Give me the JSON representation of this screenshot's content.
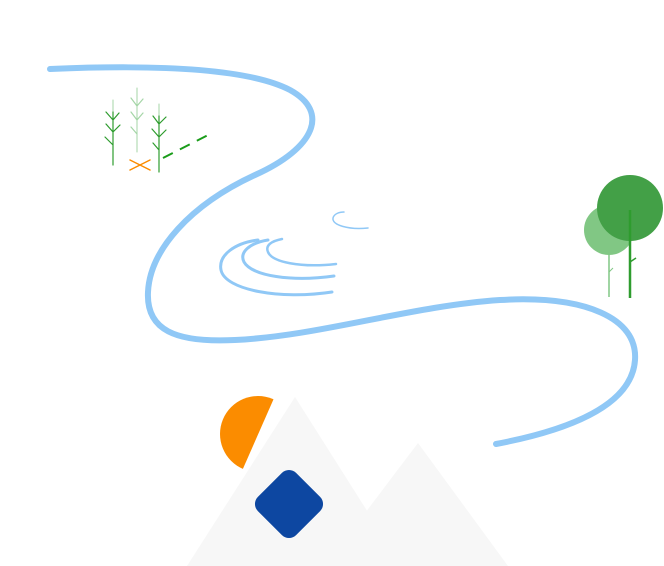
{
  "illustration": {
    "colors": {
      "background": "#ffffff",
      "river": "#90c8f6",
      "ripples": "#90c8f6",
      "mountains": "#f7f7f7",
      "sun": "#fb8c00",
      "diamond": "#0d47a1",
      "tree_dark": "#43a047",
      "tree_light": "#81c784",
      "reeds": "#2e9c2e",
      "reeds_light": "#a5d6a7",
      "dash_line": "#1a9c1a",
      "cross_mark": "#fb8c00"
    },
    "icons": [
      "river",
      "water-ripples",
      "reeds",
      "trees",
      "mountains",
      "sun",
      "diamond",
      "cross-mark"
    ]
  }
}
